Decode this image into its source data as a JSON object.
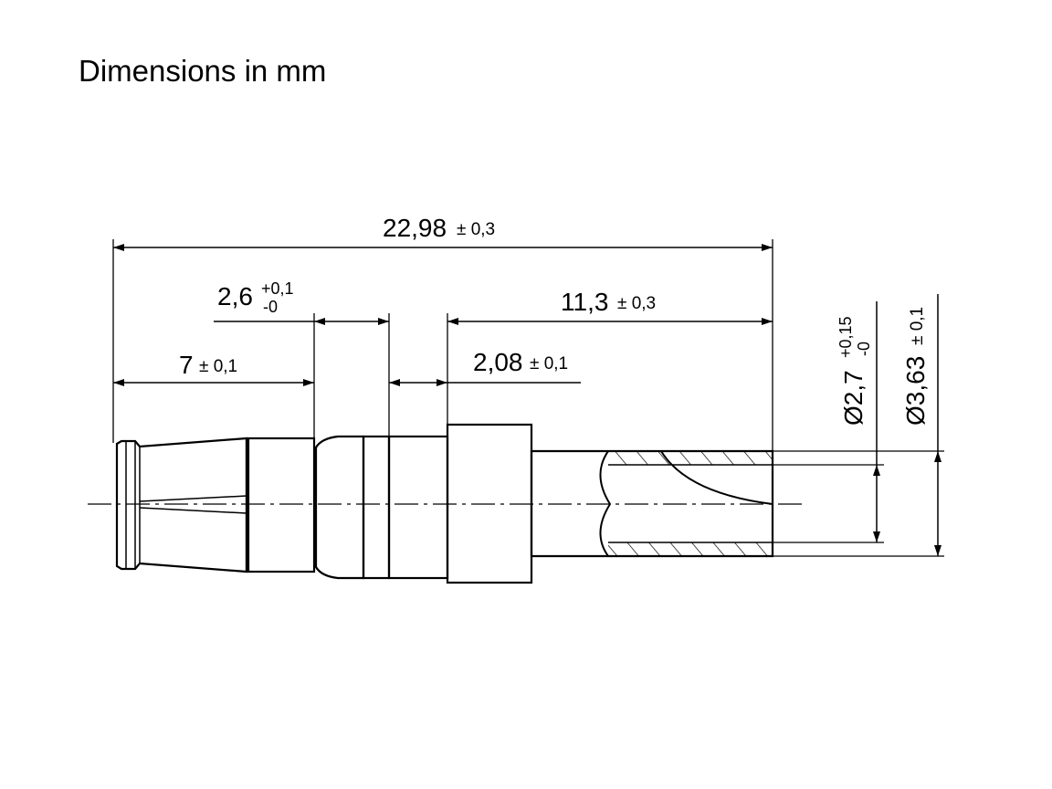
{
  "title": "Dimensions in mm",
  "dimensions": {
    "overall_length": {
      "value": "22,98",
      "tol": "± 0,3"
    },
    "groove_width": {
      "value": "2,6",
      "tol_upper": "+0,1",
      "tol_lower": "-0"
    },
    "front_length": {
      "value": "7",
      "tol": "± 0,1"
    },
    "pin_length": {
      "value": "11,3",
      "tol": "± 0,3"
    },
    "collar_offset": {
      "value": "2,08",
      "tol": "± 0,1"
    },
    "inner_diameter": {
      "value": "Ø2,7",
      "tol_upper": "+0,15",
      "tol_lower": "-0"
    },
    "outer_diameter": {
      "value": "Ø3,63",
      "tol": "± 0,1"
    }
  },
  "colors": {
    "line": "#000000",
    "background": "#ffffff"
  }
}
